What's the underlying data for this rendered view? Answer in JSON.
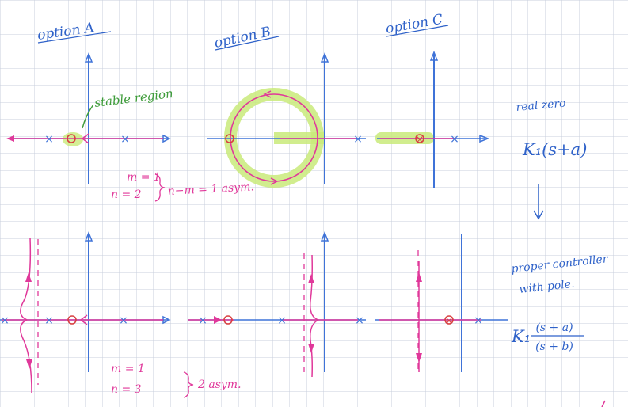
{
  "labels": {
    "option_a": "option A",
    "option_b": "option B",
    "option_c": "option C",
    "stable_region": "stable region",
    "real_zero": "real zero",
    "controller_1": "K₁(s+a)",
    "proper_controller_1": "proper controller",
    "proper_controller_2": "with pole.",
    "controller_2_lhs": "K₁",
    "controller_2_num": "(s + a)",
    "controller_2_den": "(s + b)"
  },
  "notes_top": {
    "m_line": "m = 1",
    "n_line": "n = 2",
    "result": "n−m = 1 asym."
  },
  "notes_bottom": {
    "m_line": "m = 1",
    "n_line": "n = 3",
    "result": "2 asym."
  },
  "colors": {
    "grid": "#c9cfdc",
    "axis": "#3f73d8",
    "locus": "#e0389a",
    "zero": "#d84040",
    "highlight": "#c9ea7a",
    "ink_blue": "#2f62c9",
    "ink_green": "#3e9c3a",
    "ink_pink": "#e0389a"
  }
}
